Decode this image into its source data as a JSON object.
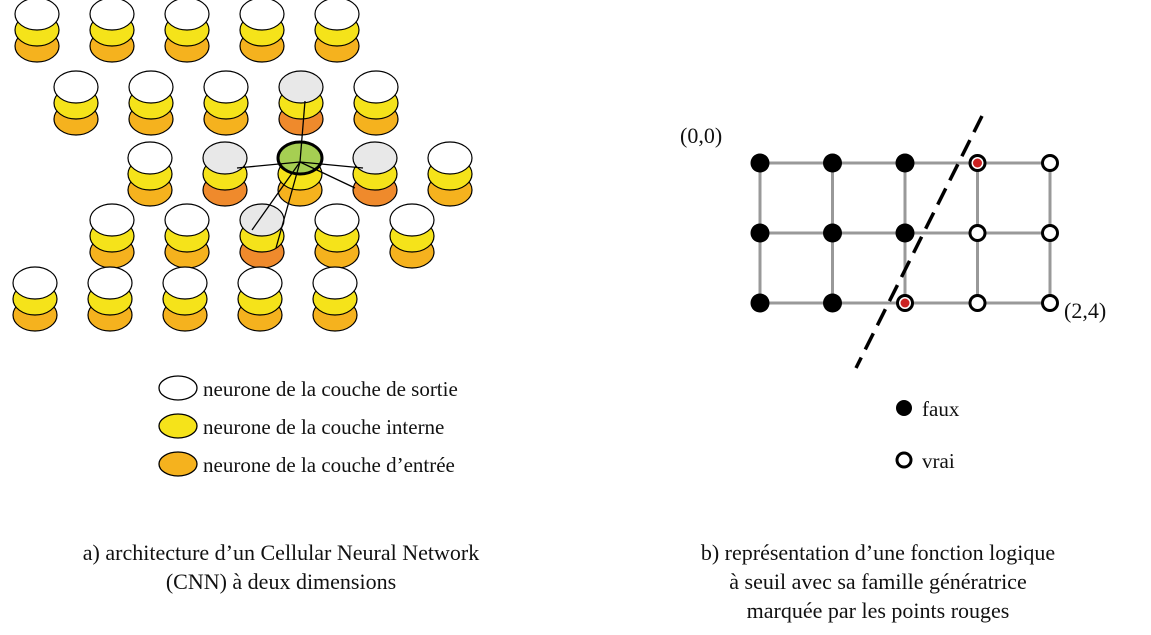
{
  "panel_a": {
    "legend": {
      "output": "neurone de la couche de sortie",
      "internal": "neurone de la couche interne",
      "input": "neurone de la couche d’entrée"
    },
    "caption_line1": "a) architecture d’un Cellular Neural Network",
    "caption_line2": "(CNN) à deux dimensions"
  },
  "panel_b": {
    "corner_top_left": "(0,0)",
    "corner_bottom_right": "(2,4)",
    "legend": {
      "false": "faux",
      "true": "vrai"
    },
    "caption_line1": "b) représentation d’une fonction logique",
    "caption_line2": "à seuil avec sa famille génératrice",
    "caption_line3": "marquée par les points rouges",
    "grid_points": [
      {
        "row": 0,
        "col": 0,
        "value": "faux",
        "generator": false
      },
      {
        "row": 0,
        "col": 1,
        "value": "faux",
        "generator": false
      },
      {
        "row": 0,
        "col": 2,
        "value": "faux",
        "generator": false
      },
      {
        "row": 0,
        "col": 3,
        "value": "vrai",
        "generator": true
      },
      {
        "row": 0,
        "col": 4,
        "value": "vrai",
        "generator": false
      },
      {
        "row": 1,
        "col": 0,
        "value": "faux",
        "generator": false
      },
      {
        "row": 1,
        "col": 1,
        "value": "faux",
        "generator": false
      },
      {
        "row": 1,
        "col": 2,
        "value": "faux",
        "generator": false
      },
      {
        "row": 1,
        "col": 3,
        "value": "vrai",
        "generator": false
      },
      {
        "row": 1,
        "col": 4,
        "value": "vrai",
        "generator": false
      },
      {
        "row": 2,
        "col": 0,
        "value": "faux",
        "generator": false
      },
      {
        "row": 2,
        "col": 1,
        "value": "faux",
        "generator": false
      },
      {
        "row": 2,
        "col": 2,
        "value": "vrai",
        "generator": true
      },
      {
        "row": 2,
        "col": 3,
        "value": "vrai",
        "generator": false
      },
      {
        "row": 2,
        "col": 4,
        "value": "vrai",
        "generator": false
      }
    ]
  },
  "colors": {
    "output_layer": "#ffffff",
    "internal_layer": "#f5e31a",
    "input_layer": "#f5b21e",
    "highlight_output": "#e8e8e8",
    "highlight_input": "#ef8a2c",
    "center_neuron": "#a6cf52",
    "generator_dot": "#cc2222",
    "grid_line": "#999999"
  }
}
